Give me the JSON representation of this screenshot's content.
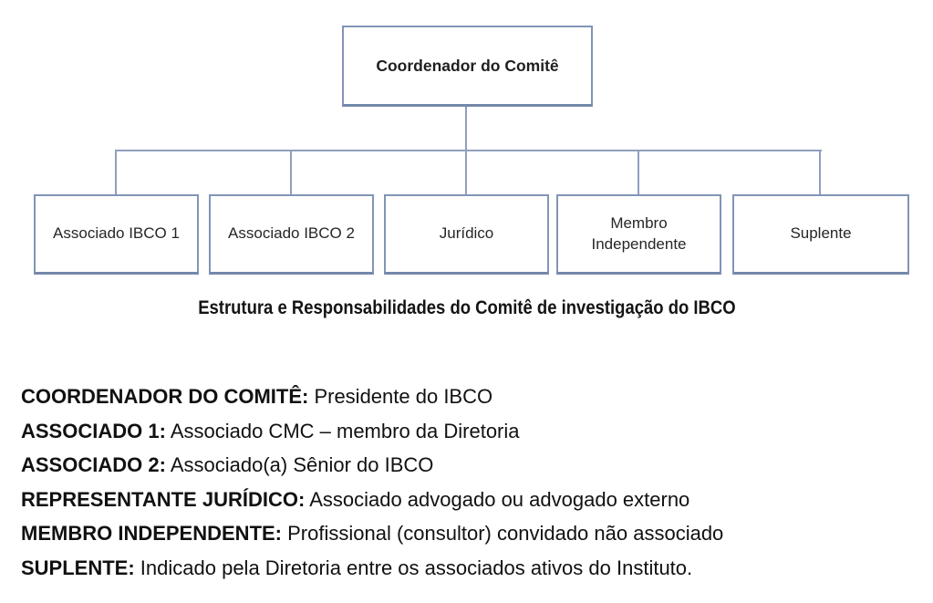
{
  "diagram": {
    "root_label": "Coordenador do Comitê",
    "children": [
      {
        "label": "Associado IBCO 1"
      },
      {
        "label": "Associado IBCO 2"
      },
      {
        "label": "Jurídico"
      },
      {
        "label": "Membro Independente"
      },
      {
        "label": "Suplente"
      }
    ],
    "caption": "Estrutura e Responsabilidades do Comitê de investigação do IBCO",
    "colors": {
      "box_border": "#8294b6",
      "box_border_bottom": "#7488aa",
      "connector": "#8fa0bd",
      "text": "#262626"
    }
  },
  "definitions": [
    {
      "term": "COORDENADOR DO COMITÊ:",
      "desc": " Presidente do IBCO"
    },
    {
      "term": "ASSOCIADO 1:",
      "desc": " Associado CMC – membro da Diretoria"
    },
    {
      "term": "ASSOCIADO 2:",
      "desc": " Associado(a) Sênior do IBCO"
    },
    {
      "term": "REPRESENTANTE JURÍDICO:",
      "desc": " Associado advogado ou advogado externo"
    },
    {
      "term": "MEMBRO INDEPENDENTE:",
      "desc": " Profissional (consultor) convidado não associado"
    },
    {
      "term": "SUPLENTE:",
      "desc": " Indicado pela Diretoria entre os associados ativos do Instituto."
    }
  ]
}
